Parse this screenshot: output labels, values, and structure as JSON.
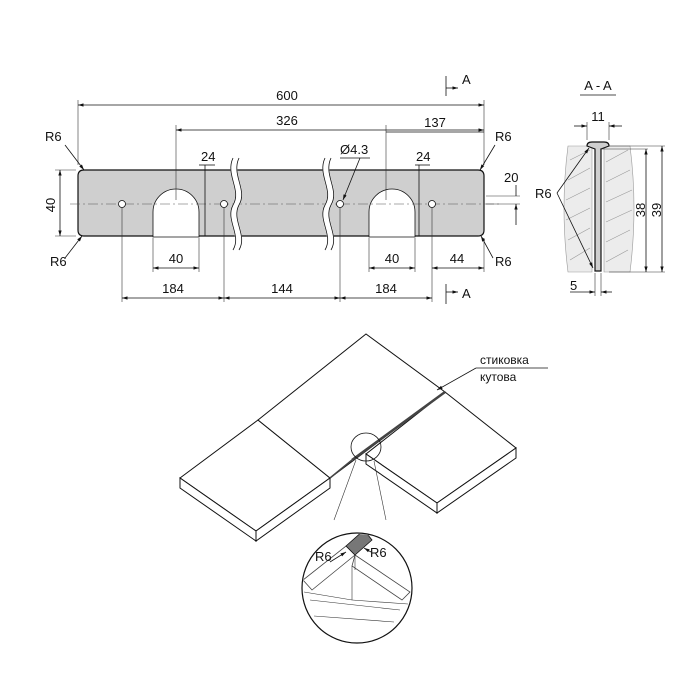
{
  "drawing": {
    "top_view": {
      "overall_length": "600",
      "dim_326": "326",
      "dim_137": "137",
      "height": "40",
      "radius_tl": "R6",
      "radius_bl": "R6",
      "radius_tr": "R6",
      "radius_br": "R6",
      "hole_diameter": "Ø4.3",
      "slot_depth_left": "24",
      "slot_depth_right": "24",
      "right_offset": "20",
      "slot_width_left": "40",
      "slot_width_right": "40",
      "dim_44": "44",
      "dim_184_left": "184",
      "dim_144": "144",
      "dim_184_right": "184",
      "section_marker_top": "A",
      "section_marker_bottom": "A"
    },
    "section_view": {
      "title": "A - A",
      "width_top": "11",
      "width_bottom": "5",
      "depth_38": "38",
      "depth_39": "39",
      "radius": "R6"
    },
    "iso_view": {
      "callout_line1": "стиковка",
      "callout_line2": "кутова",
      "detail_radius_left": "R6",
      "detail_radius_right": "R6"
    }
  }
}
